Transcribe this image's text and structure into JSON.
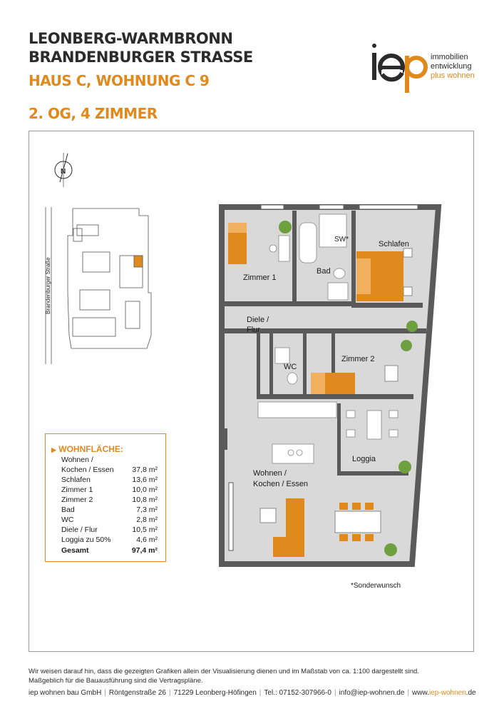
{
  "header": {
    "line1": "LEONBERG-WARMBRONN",
    "line2": "BRANDENBURGER STRASSE",
    "line3": "HAUS C, WOHNUNG C 9",
    "line4": "2. OG, 4 ZIMMER"
  },
  "logo": {
    "mark": "iep",
    "line1": "immobilien",
    "line2": "entwicklung",
    "line3": "plus wohnen"
  },
  "site_plan": {
    "street_label": "Brandenburger Straße",
    "north_label": "N"
  },
  "rooms": {
    "zimmer1": "Zimmer 1",
    "bad": "Bad",
    "sw": "SW*",
    "schlafen": "Schlafen",
    "diele1": "Diele /",
    "diele2": "Flur",
    "wc": "WC",
    "zimmer2": "Zimmer 2",
    "loggia": "Loggia",
    "wohnen1": "Wohnen /",
    "wohnen2": "Kochen / Essen"
  },
  "wohnflaeche": {
    "heading": "WOHNFLÄCHE:",
    "rows": [
      {
        "label": "Wohnen /",
        "value": ""
      },
      {
        "label": "Kochen / Essen",
        "value": "37,8 m²"
      },
      {
        "label": "Schlafen",
        "value": "13,6 m²"
      },
      {
        "label": "Zimmer 1",
        "value": "10,0 m²"
      },
      {
        "label": "Zimmer 2",
        "value": "10,8 m²"
      },
      {
        "label": "Bad",
        "value": "7,3 m²"
      },
      {
        "label": "WC",
        "value": "2,8 m²"
      },
      {
        "label": "Diele / Flur",
        "value": "10,5 m²"
      },
      {
        "label": "Loggia zu 50%",
        "value": "4,6 m²"
      }
    ],
    "total_label": "Gesamt",
    "total_value": "97,4 m²"
  },
  "note": "*Sonderwunsch",
  "disclaimer": {
    "line1": "Wir weisen darauf hin, dass die gezeigten Grafiken allein der Visualisierung dienen und im Maßstab von ca. 1:100 dargestellt sind.",
    "line2": "Maßgeblich für die Bauausführung sind die Vertragspläne."
  },
  "footer": {
    "company": "iep wohnen bau GmbH",
    "address": "Röntgenstraße 26",
    "city": "71229 Leonberg-Höfingen",
    "phone": "Tel.: 07152-307966-0",
    "email": "info@iep-wohnen.de",
    "web_prefix": "www.",
    "web_accent": "iep-wohnen",
    "web_suffix": ".de"
  },
  "colors": {
    "accent": "#e08a1e",
    "wall": "#5a5a5a",
    "floor": "#d9d9d9",
    "text": "#2b2b2b"
  }
}
